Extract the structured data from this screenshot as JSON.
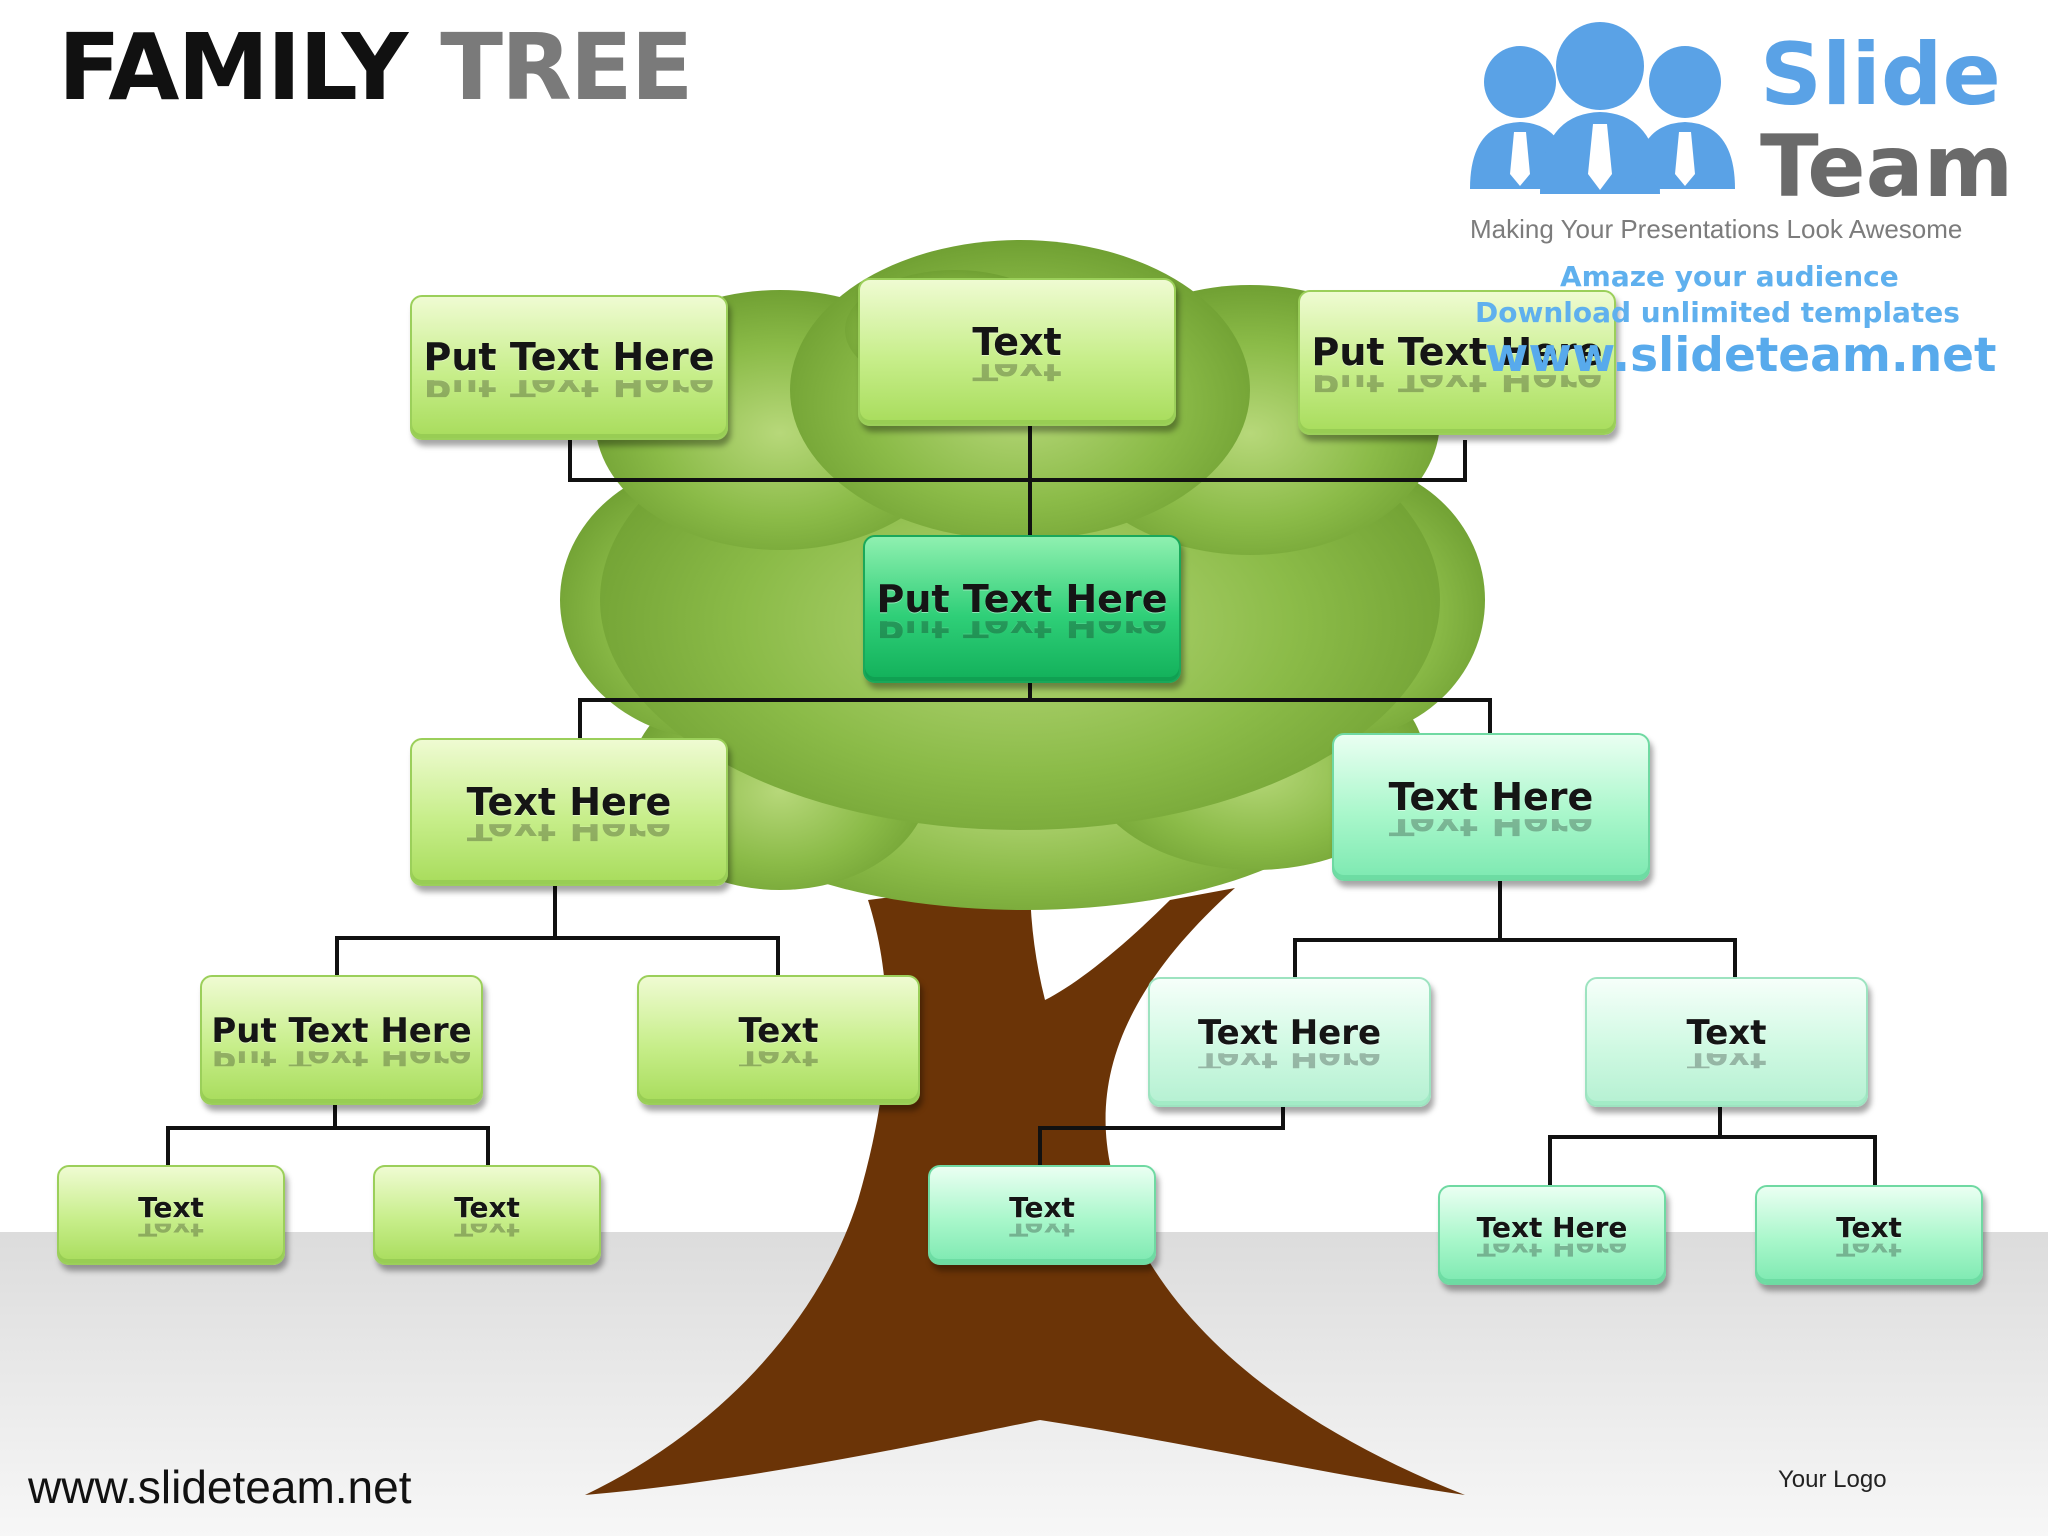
{
  "slide": {
    "title_main": "FAMILY",
    "title_accent": "TREE",
    "footer_url": "www.slideteam.net",
    "logo_placeholder": "Your Logo"
  },
  "watermark": {
    "brand_slide": "Slide",
    "brand_team": "Team",
    "tagline": "Making Your Presentations Look Awesome",
    "promo_line1": "Amaze your audience",
    "promo_line2": "Download unlimited templates",
    "promo_url": "www.slideteam.net"
  },
  "colors": {
    "foliage": "#7dab3c",
    "trunk": "#6b3407",
    "connector": "#111111",
    "ground": "#e4e4e4",
    "brand_blue": "#5aa2e6"
  },
  "tree": {
    "nodes": [
      {
        "id": "top-left",
        "label": "Put Text Here",
        "style": "light"
      },
      {
        "id": "top-center",
        "label": "Text",
        "style": "light"
      },
      {
        "id": "top-right",
        "label": "Put Text Here",
        "style": "light"
      },
      {
        "id": "center",
        "label": "Put Text Here",
        "style": "dark"
      },
      {
        "id": "mid-left",
        "label": "Text Here",
        "style": "light"
      },
      {
        "id": "mid-right",
        "label": "Text Here",
        "style": "aqua"
      },
      {
        "id": "low-left-1",
        "label": "Put Text Here",
        "style": "light"
      },
      {
        "id": "low-left-2",
        "label": "Text",
        "style": "light"
      },
      {
        "id": "low-right-1",
        "label": "Text Here",
        "style": "pale"
      },
      {
        "id": "low-right-2",
        "label": "Text",
        "style": "pale"
      },
      {
        "id": "leaf-1",
        "label": "Text",
        "style": "light"
      },
      {
        "id": "leaf-2",
        "label": "Text",
        "style": "light"
      },
      {
        "id": "leaf-3",
        "label": "Text",
        "style": "aqua"
      },
      {
        "id": "leaf-4",
        "label": "Text Here",
        "style": "aqua"
      },
      {
        "id": "leaf-5",
        "label": "Text",
        "style": "aqua"
      }
    ],
    "edges": [
      [
        "center",
        "top-left"
      ],
      [
        "center",
        "top-center"
      ],
      [
        "center",
        "top-right"
      ],
      [
        "center",
        "mid-left"
      ],
      [
        "center",
        "mid-right"
      ],
      [
        "mid-left",
        "low-left-1"
      ],
      [
        "mid-left",
        "low-left-2"
      ],
      [
        "mid-right",
        "low-right-1"
      ],
      [
        "mid-right",
        "low-right-2"
      ],
      [
        "low-left-1",
        "leaf-1"
      ],
      [
        "low-left-1",
        "leaf-2"
      ],
      [
        "low-right-1",
        "leaf-3"
      ],
      [
        "low-right-2",
        "leaf-4"
      ],
      [
        "low-right-2",
        "leaf-5"
      ]
    ]
  }
}
